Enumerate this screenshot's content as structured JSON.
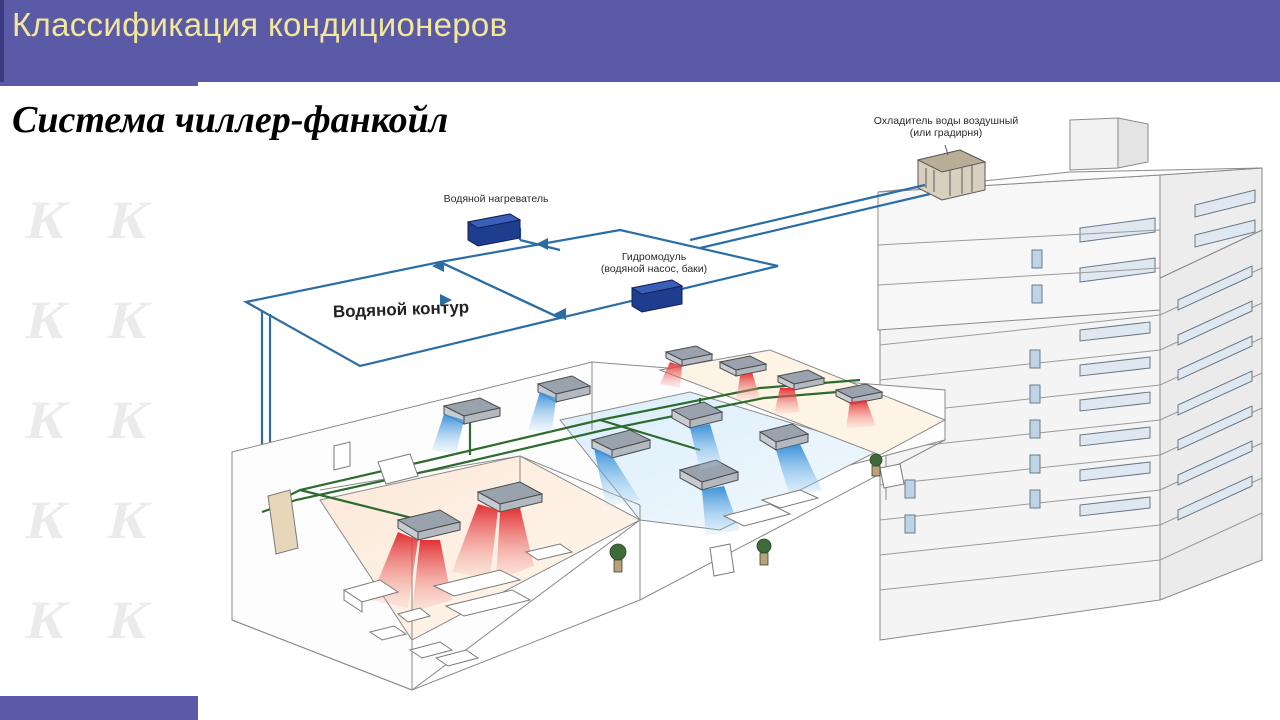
{
  "header": {
    "title": "Классификация кондиционеров"
  },
  "slide": {
    "subtitle": "Система чиллер-фанкойл"
  },
  "diagram": {
    "labels": {
      "chiller": "Охладитель воды воздушный",
      "chiller_alt": "(или градирня)",
      "water_heater": "Водяной нагреватель",
      "hydromodule": "Гидромодуль",
      "hydromodule_sub": "(водяной насос, баки)",
      "water_loop": "Водяной контур"
    },
    "colors": {
      "pipe": "#2b6ea6",
      "module_blue": "#1f3d8f",
      "warm_air": "#e0262b",
      "cool_air": "#2e8ad6",
      "green_pipe": "#2d6b2e",
      "header_bg": "#5b5aa6",
      "header_text": "#f3e79b"
    }
  }
}
